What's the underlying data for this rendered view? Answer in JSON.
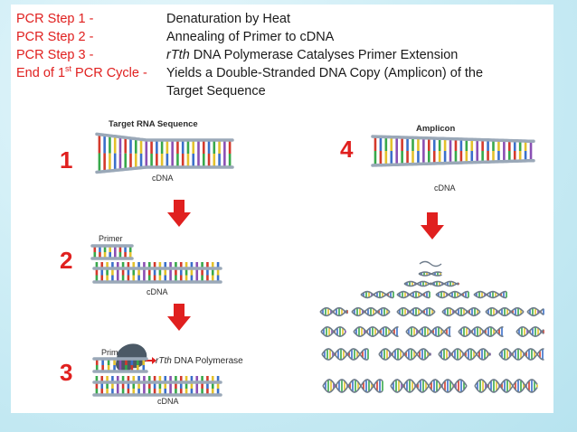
{
  "steps": [
    {
      "label": "PCR Step 1 -",
      "desc": "Denaturation by Heat"
    },
    {
      "label": "PCR Step 2 -",
      "desc": "Annealing of Primer to cDNA"
    },
    {
      "label": "PCR Step 3 -",
      "desc_italic": "rTth",
      "desc_rest": " DNA Polymerase Catalyses Primer Extension"
    },
    {
      "label_pre": "End of 1",
      "label_sup": "st",
      "label_post": " PCR Cycle -",
      "desc": "Yields a Double-Stranded DNA Copy (Amplicon) of the",
      "desc_line2": "Target Sequence"
    }
  ],
  "diagram": {
    "panel1": {
      "number": "1",
      "top_label": "Target RNA Sequence",
      "bottom_label": "cDNA"
    },
    "panel2": {
      "number": "2",
      "top_label": "Primer",
      "bottom_label": "cDNA"
    },
    "panel3": {
      "number": "3",
      "top_label": "Primer",
      "enzyme_italic": "rTth",
      "enzyme_rest": " DNA Polymerase",
      "bottom_label": "cDNA"
    },
    "panel4": {
      "number": "4",
      "top_label": "Amplicon",
      "bottom_label": "cDNA"
    }
  },
  "colors": {
    "step_label": "#e0201f",
    "step_number": "#e0201f",
    "arrow": "#e0201f",
    "backbone": "#9aa8b8",
    "base_colors": [
      "#d33a2c",
      "#3b6fc9",
      "#38a84a",
      "#e3c12c",
      "#8a4fb3"
    ]
  }
}
